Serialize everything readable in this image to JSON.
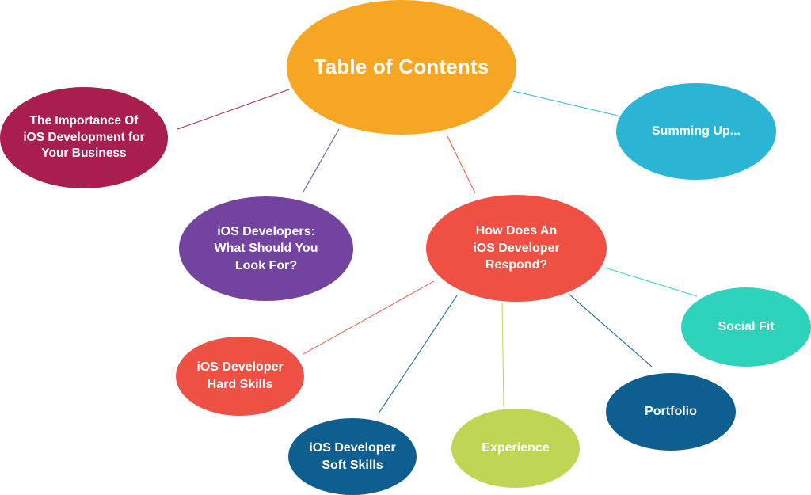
{
  "diagram": {
    "title": "Table of Contents",
    "nodes": {
      "toc": {
        "label": "Table of Contents",
        "color": "#F6A623"
      },
      "importance": {
        "label": "The Importance Of\niOS Development for\nYour Business",
        "color": "#A91E4F"
      },
      "summing": {
        "label": "Summing Up...",
        "color": "#2BB5D4"
      },
      "developers": {
        "label": "iOS Developers:\nWhat Should You\nLook For?",
        "color": "#7343A0"
      },
      "respond": {
        "label": "How Does An\niOS Developer\nRespond?",
        "color": "#EE5143"
      },
      "social": {
        "label": "Social Fit",
        "color": "#2ED3BB"
      },
      "hard": {
        "label": "iOS Developer\nHard Skills",
        "color": "#EE5143"
      },
      "portfolio": {
        "label": "Portfolio",
        "color": "#0E5F90"
      },
      "soft": {
        "label": "iOS Developer\nSoft Skills",
        "color": "#0E5F90"
      },
      "experience": {
        "label": "Experience",
        "color": "#BED654"
      }
    },
    "connector_colors": {
      "toc_importance": "#A91E4F",
      "toc_summing": "#2BB5D4",
      "toc_developers": "#7343A0",
      "toc_respond": "#EE5143",
      "respond_social": "#2ED3BB",
      "respond_hard": "#EE5143",
      "respond_soft": "#0E5F90",
      "respond_experience": "#BED654",
      "respond_portfolio": "#0E5F90"
    }
  }
}
